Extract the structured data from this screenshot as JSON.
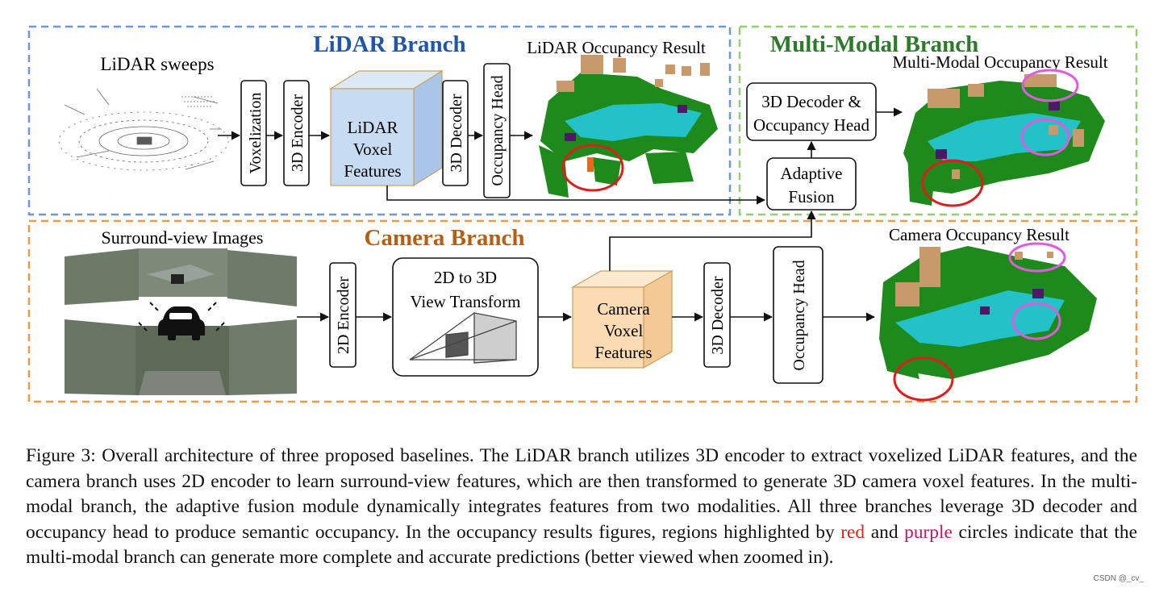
{
  "figure": {
    "lidar_branch": {
      "title": "LiDAR Branch",
      "input_label": "LiDAR sweeps",
      "voxelization": "Voxelization",
      "encoder": "3D Encoder",
      "features": [
        "LiDAR",
        "Voxel",
        "Features"
      ],
      "decoder": "3D Decoder",
      "head": "Occupancy Head",
      "result_label": "LiDAR Occupancy Result"
    },
    "multimodal_branch": {
      "title": "Multi-Modal Branch",
      "result_label": "Multi-Modal Occupancy Result",
      "decoder_head": [
        "3D Decoder &",
        "Occupancy Head"
      ],
      "fusion": [
        "Adaptive",
        "Fusion"
      ]
    },
    "camera_branch": {
      "title": "Camera Branch",
      "input_label": "Surround-view Images",
      "encoder": "2D Encoder",
      "view_transform": [
        "2D to 3D",
        "View Transform"
      ],
      "features": [
        "Camera",
        "Voxel",
        "Features"
      ],
      "decoder": "3D Decoder",
      "head": "Occupancy Head",
      "result_label": "Camera Occupancy Result"
    },
    "colors": {
      "lidar_border": "#6f97d6",
      "multimodal_border": "#92cf73",
      "camera_border": "#eb9a4a",
      "lidar_title": "#1f56a8",
      "multimodal_title": "#2c7a2a",
      "camera_title": "#b45f14",
      "lidar_cube": "#c7dbf3",
      "camera_cube": "#fbdcb2",
      "occ_green": "#1f8a1c",
      "occ_cyan": "#22c2c8",
      "occ_tan": "#c89a6a",
      "occ_purple": "#4a1a66",
      "circle_red": "#e01c1c",
      "circle_purple": "#e05ae0"
    }
  },
  "caption": {
    "part1": "Figure 3: Overall architecture of three proposed baselines. The LiDAR branch utilizes 3D encoder to extract voxelized LiDAR features, and the camera branch uses 2D encoder to learn surround-view features, which are then transformed to generate 3D camera voxel features. In the multi-modal branch, the adaptive fusion module dynamically integrates features from two modalities. All three branches leverage 3D decoder and occupancy head to produce semantic occupancy. In the occupancy results figures, regions highlighted by ",
    "red_word": "red",
    "part2": " and ",
    "purple_word": "purple",
    "part3": " circles indicate that the multi-modal branch can generate more complete and accurate predictions (better viewed when zoomed in)."
  },
  "watermark": "CSDN @_cv_"
}
